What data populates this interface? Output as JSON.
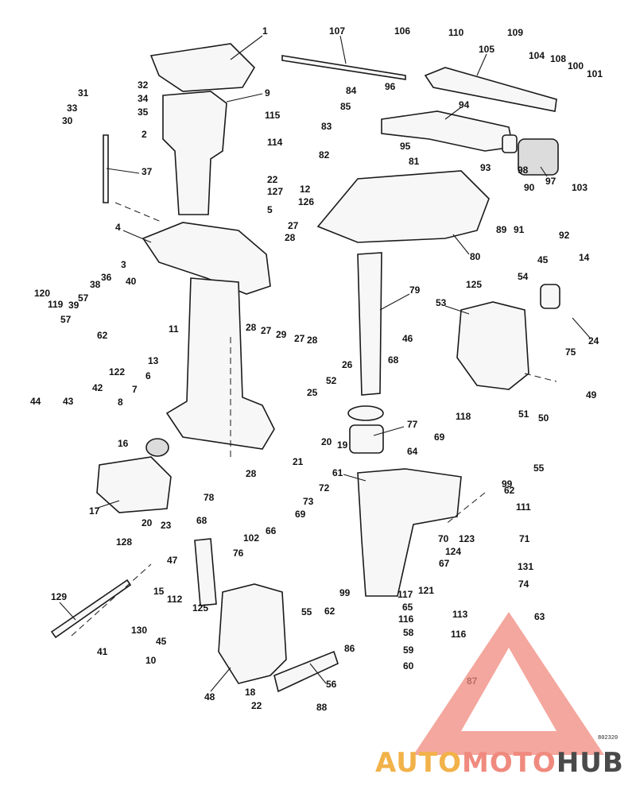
{
  "diagram": {
    "drawing_number": "802320",
    "callouts": [
      {
        "id": "1",
        "label": "1"
      },
      {
        "id": "2",
        "label": "2"
      },
      {
        "id": "3",
        "label": "3"
      },
      {
        "id": "4",
        "label": "4"
      },
      {
        "id": "5",
        "label": "5"
      },
      {
        "id": "6",
        "label": "6"
      },
      {
        "id": "7",
        "label": "7"
      },
      {
        "id": "8",
        "label": "8"
      },
      {
        "id": "9",
        "label": "9"
      },
      {
        "id": "10",
        "label": "10"
      },
      {
        "id": "11",
        "label": "11"
      },
      {
        "id": "12",
        "label": "12"
      },
      {
        "id": "13",
        "label": "13"
      },
      {
        "id": "14",
        "label": "14"
      },
      {
        "id": "15",
        "label": "15"
      },
      {
        "id": "16",
        "label": "16"
      },
      {
        "id": "17",
        "label": "17"
      },
      {
        "id": "18",
        "label": "18"
      },
      {
        "id": "19",
        "label": "19"
      },
      {
        "id": "20a",
        "label": "20"
      },
      {
        "id": "20b",
        "label": "20"
      },
      {
        "id": "21",
        "label": "21"
      },
      {
        "id": "22a",
        "label": "22"
      },
      {
        "id": "22b",
        "label": "22"
      },
      {
        "id": "23",
        "label": "23"
      },
      {
        "id": "24",
        "label": "24"
      },
      {
        "id": "25",
        "label": "25"
      },
      {
        "id": "26",
        "label": "26"
      },
      {
        "id": "27a",
        "label": "27"
      },
      {
        "id": "27b",
        "label": "27"
      },
      {
        "id": "27c",
        "label": "27"
      },
      {
        "id": "28a",
        "label": "28"
      },
      {
        "id": "28b",
        "label": "28"
      },
      {
        "id": "28c",
        "label": "28"
      },
      {
        "id": "28d",
        "label": "28"
      },
      {
        "id": "29",
        "label": "29"
      },
      {
        "id": "30",
        "label": "30"
      },
      {
        "id": "31",
        "label": "31"
      },
      {
        "id": "32",
        "label": "32"
      },
      {
        "id": "33",
        "label": "33"
      },
      {
        "id": "34",
        "label": "34"
      },
      {
        "id": "35",
        "label": "35"
      },
      {
        "id": "36",
        "label": "36"
      },
      {
        "id": "37",
        "label": "37"
      },
      {
        "id": "38",
        "label": "38"
      },
      {
        "id": "39",
        "label": "39"
      },
      {
        "id": "40",
        "label": "40"
      },
      {
        "id": "41",
        "label": "41"
      },
      {
        "id": "42",
        "label": "42"
      },
      {
        "id": "43",
        "label": "43"
      },
      {
        "id": "44",
        "label": "44"
      },
      {
        "id": "45a",
        "label": "45"
      },
      {
        "id": "45b",
        "label": "45"
      },
      {
        "id": "46",
        "label": "46"
      },
      {
        "id": "47",
        "label": "47"
      },
      {
        "id": "48",
        "label": "48"
      },
      {
        "id": "49",
        "label": "49"
      },
      {
        "id": "50",
        "label": "50"
      },
      {
        "id": "51",
        "label": "51"
      },
      {
        "id": "52",
        "label": "52"
      },
      {
        "id": "53",
        "label": "53"
      },
      {
        "id": "54",
        "label": "54"
      },
      {
        "id": "55a",
        "label": "55"
      },
      {
        "id": "55b",
        "label": "55"
      },
      {
        "id": "56",
        "label": "56"
      },
      {
        "id": "57a",
        "label": "57"
      },
      {
        "id": "57b",
        "label": "57"
      },
      {
        "id": "58",
        "label": "58"
      },
      {
        "id": "59",
        "label": "59"
      },
      {
        "id": "60",
        "label": "60"
      },
      {
        "id": "61",
        "label": "61"
      },
      {
        "id": "62a",
        "label": "62"
      },
      {
        "id": "62b",
        "label": "62"
      },
      {
        "id": "62c",
        "label": "62"
      },
      {
        "id": "63",
        "label": "63"
      },
      {
        "id": "64",
        "label": "64"
      },
      {
        "id": "65",
        "label": "65"
      },
      {
        "id": "66",
        "label": "66"
      },
      {
        "id": "67",
        "label": "67"
      },
      {
        "id": "68a",
        "label": "68"
      },
      {
        "id": "68b",
        "label": "68"
      },
      {
        "id": "69a",
        "label": "69"
      },
      {
        "id": "69b",
        "label": "69"
      },
      {
        "id": "70",
        "label": "70"
      },
      {
        "id": "71",
        "label": "71"
      },
      {
        "id": "72",
        "label": "72"
      },
      {
        "id": "73",
        "label": "73"
      },
      {
        "id": "74",
        "label": "74"
      },
      {
        "id": "75",
        "label": "75"
      },
      {
        "id": "76",
        "label": "76"
      },
      {
        "id": "77",
        "label": "77"
      },
      {
        "id": "78",
        "label": "78"
      },
      {
        "id": "79",
        "label": "79"
      },
      {
        "id": "80",
        "label": "80"
      },
      {
        "id": "81",
        "label": "81"
      },
      {
        "id": "82",
        "label": "82"
      },
      {
        "id": "83",
        "label": "83"
      },
      {
        "id": "84",
        "label": "84"
      },
      {
        "id": "85",
        "label": "85"
      },
      {
        "id": "86",
        "label": "86"
      },
      {
        "id": "87",
        "label": "87"
      },
      {
        "id": "88",
        "label": "88"
      },
      {
        "id": "89",
        "label": "89"
      },
      {
        "id": "90",
        "label": "90"
      },
      {
        "id": "91",
        "label": "91"
      },
      {
        "id": "92",
        "label": "92"
      },
      {
        "id": "93",
        "label": "93"
      },
      {
        "id": "94",
        "label": "94"
      },
      {
        "id": "95",
        "label": "95"
      },
      {
        "id": "96",
        "label": "96"
      },
      {
        "id": "97",
        "label": "97"
      },
      {
        "id": "98",
        "label": "98"
      },
      {
        "id": "99a",
        "label": "99"
      },
      {
        "id": "99b",
        "label": "99"
      },
      {
        "id": "100",
        "label": "100"
      },
      {
        "id": "101",
        "label": "101"
      },
      {
        "id": "102",
        "label": "102"
      },
      {
        "id": "103",
        "label": "103"
      },
      {
        "id": "104",
        "label": "104"
      },
      {
        "id": "105",
        "label": "105"
      },
      {
        "id": "106",
        "label": "106"
      },
      {
        "id": "107",
        "label": "107"
      },
      {
        "id": "108",
        "label": "108"
      },
      {
        "id": "109",
        "label": "109"
      },
      {
        "id": "110",
        "label": "110"
      },
      {
        "id": "111",
        "label": "111"
      },
      {
        "id": "112",
        "label": "112"
      },
      {
        "id": "113",
        "label": "113"
      },
      {
        "id": "114",
        "label": "114"
      },
      {
        "id": "115",
        "label": "115"
      },
      {
        "id": "116a",
        "label": "116"
      },
      {
        "id": "116b",
        "label": "116"
      },
      {
        "id": "117",
        "label": "117"
      },
      {
        "id": "118",
        "label": "118"
      },
      {
        "id": "119",
        "label": "119"
      },
      {
        "id": "120",
        "label": "120"
      },
      {
        "id": "121",
        "label": "121"
      },
      {
        "id": "122",
        "label": "122"
      },
      {
        "id": "123",
        "label": "123"
      },
      {
        "id": "124",
        "label": "124"
      },
      {
        "id": "125a",
        "label": "125"
      },
      {
        "id": "125b",
        "label": "125"
      },
      {
        "id": "126",
        "label": "126"
      },
      {
        "id": "127",
        "label": "127"
      },
      {
        "id": "128",
        "label": "128"
      },
      {
        "id": "129",
        "label": "129"
      },
      {
        "id": "130",
        "label": "130"
      },
      {
        "id": "131",
        "label": "131"
      }
    ]
  },
  "watermark": {
    "part_a": "AUTO",
    "part_b": "MOTO",
    "part_c": "HUB",
    "colors": {
      "auto": "#f2b24a",
      "moto": "#f08a7e",
      "hub": "#4a4a4a",
      "triangle": "#f08a7e"
    }
  }
}
